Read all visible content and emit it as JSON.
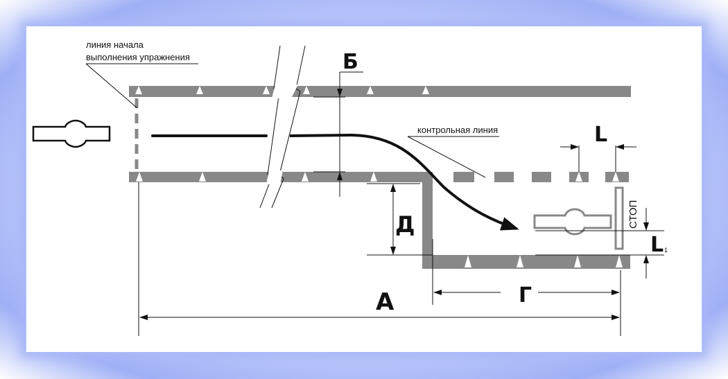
{
  "labels": {
    "start_line_1": "линия начала",
    "start_line_2": "выполнения упражнения",
    "control_line": "контрольная линия",
    "stop": "СТОП",
    "dim_a": "А",
    "dim_b": "Б",
    "dim_g": "Г",
    "dim_d": "Д",
    "dim_l": "L",
    "dim_l1_main": "L",
    "dim_l1_sub": "1"
  },
  "colors": {
    "border": "#888888",
    "lines": "#111111",
    "frame_glow": "#a9b8f8"
  }
}
